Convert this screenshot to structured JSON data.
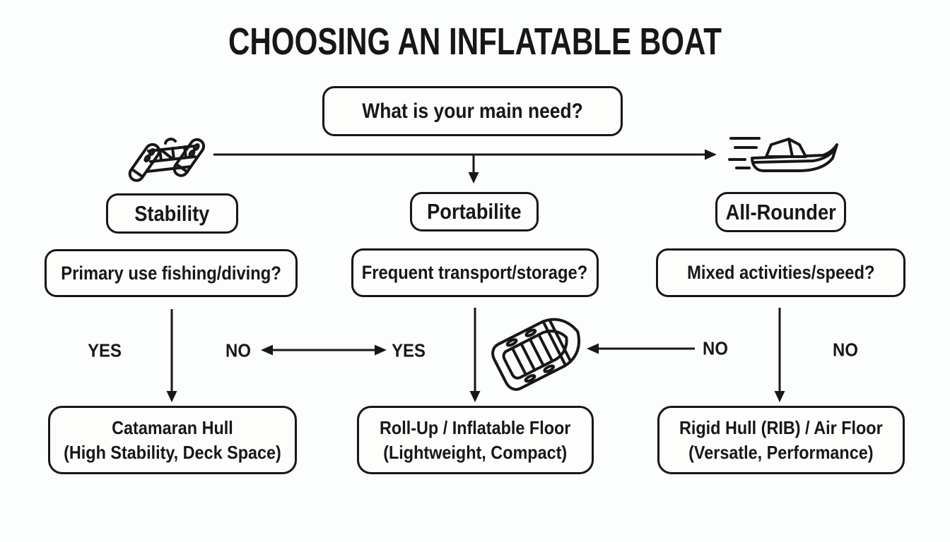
{
  "title": "CHOOSING AN INFLATABLE BOAT",
  "root": {
    "question": "What is your main need?"
  },
  "branches": [
    {
      "category": "Stability",
      "question": "Primary use fishing/diving?",
      "result_line1": "Catamaran Hull",
      "result_line2": "(High Stability, Deck Space)",
      "icon": "catamaran-inflatable-boat"
    },
    {
      "category": "Portabilite",
      "question": "Frequent transport/storage?",
      "result_line1": "Roll-Up / Inflatable Floor",
      "result_line2": "(Lightweight, Compact)",
      "icon": "inflatable-dinghy"
    },
    {
      "category": "All-Rounder",
      "question": "Mixed activities/speed?",
      "result_line1": "Rigid Hull (RIB) / Air Floor",
      "result_line2": "(Versatle, Performance)",
      "icon": "speedboat"
    }
  ],
  "edge_labels": {
    "left_yes": "YES",
    "left_no": "NO",
    "mid_yes": "YES",
    "mid_no": "NO",
    "right_no": "NO"
  },
  "colors": {
    "background": "#fcfdfd",
    "ink": "#171717",
    "box_fill": "#fdfdfc"
  }
}
